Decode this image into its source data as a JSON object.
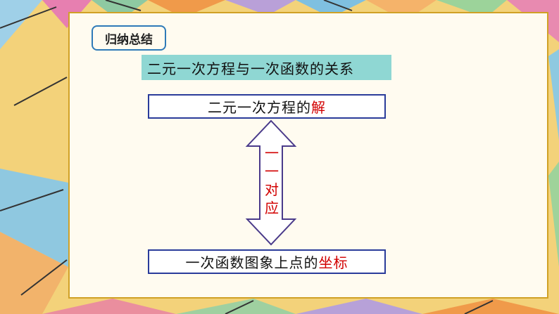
{
  "tag": {
    "label": "归纳总结"
  },
  "topic": {
    "title": "二元一次方程与一次函数的关系"
  },
  "top_box": {
    "prefix": "二元一次方程的",
    "highlight": "解"
  },
  "bottom_box": {
    "prefix": "一次函数图象上点的",
    "highlight": "坐标"
  },
  "arrow": {
    "chars": [
      "一",
      "一",
      "对",
      "应"
    ]
  },
  "colors": {
    "accent_red": "#d20000",
    "topic_bg": "#8fd7d3",
    "box_border": "#2a3b9a",
    "tag_border": "#2e7ab8",
    "frame": "#d0a126"
  }
}
